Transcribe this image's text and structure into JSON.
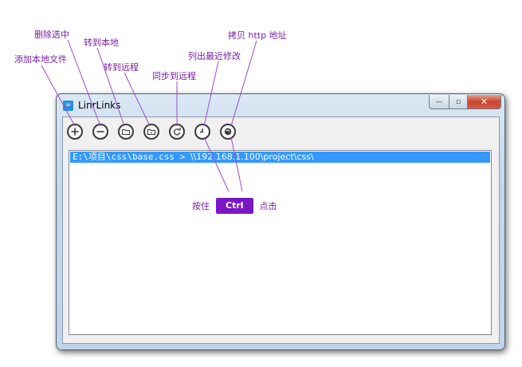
{
  "callouts": {
    "add_local_file": "添加本地文件",
    "delete_selected": "删除选中",
    "goto_local": "转到本地",
    "goto_remote": "转到远程",
    "sync_to_remote": "同步到远程",
    "list_recent": "列出最近修改",
    "copy_http_address": "拷贝 http 地址"
  },
  "window": {
    "title": "LinrLinks",
    "minimize_glyph": "—",
    "maximize_glyph": "▫",
    "close_glyph": "✕"
  },
  "toolbar": {
    "icons": [
      "plus-circle-icon",
      "minus-circle-icon",
      "folder-icon",
      "folder-remote-icon",
      "sync-icon",
      "clock-icon",
      "globe-icon"
    ]
  },
  "list": {
    "rows": [
      {
        "local": "E:\\项目\\css\\base.css > ",
        "remote": "\\\\192.168.1.100\\project\\css\\"
      }
    ]
  },
  "hint": {
    "prefix": "按住",
    "key": "Ctrl",
    "suffix": "点击"
  }
}
